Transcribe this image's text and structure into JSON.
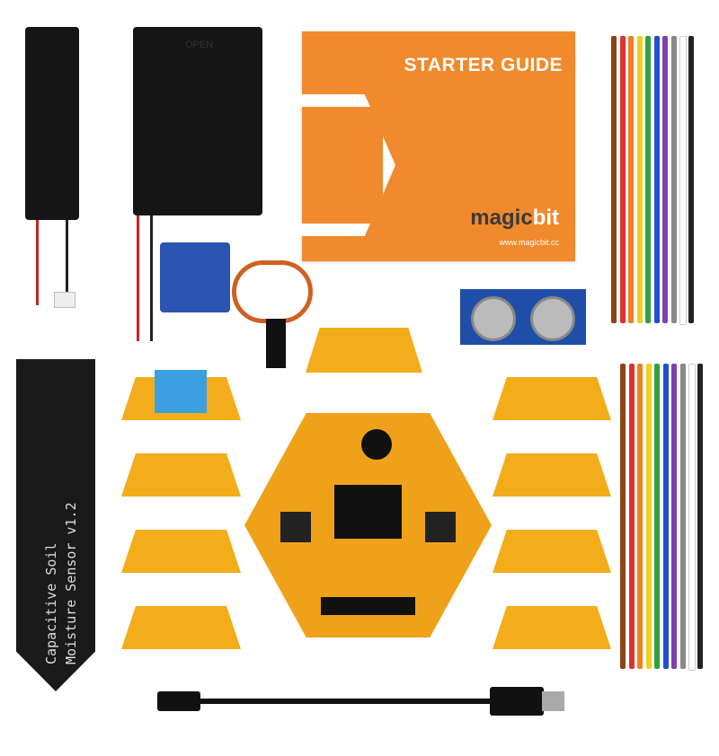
{
  "guide": {
    "title": "STARTER GUIDE",
    "brand_dark": "magic",
    "brand_light": "bit",
    "url": "www.magicbit.cc"
  },
  "battery_box": {
    "label": "OPEN"
  },
  "soil_sensor": {
    "line1": "Capacitive Soil",
    "line2": "Moisture Sensor v1.2"
  },
  "colors": {
    "orange": "#f08a2c",
    "pcb": "#f3ad1a",
    "blue": "#1e4ea8"
  },
  "wire_colors": [
    "#8b4513",
    "#e03030",
    "#f08020",
    "#f0d020",
    "#30a040",
    "#2050d0",
    "#8040b0",
    "#888888",
    "#ffffff",
    "#222222"
  ]
}
